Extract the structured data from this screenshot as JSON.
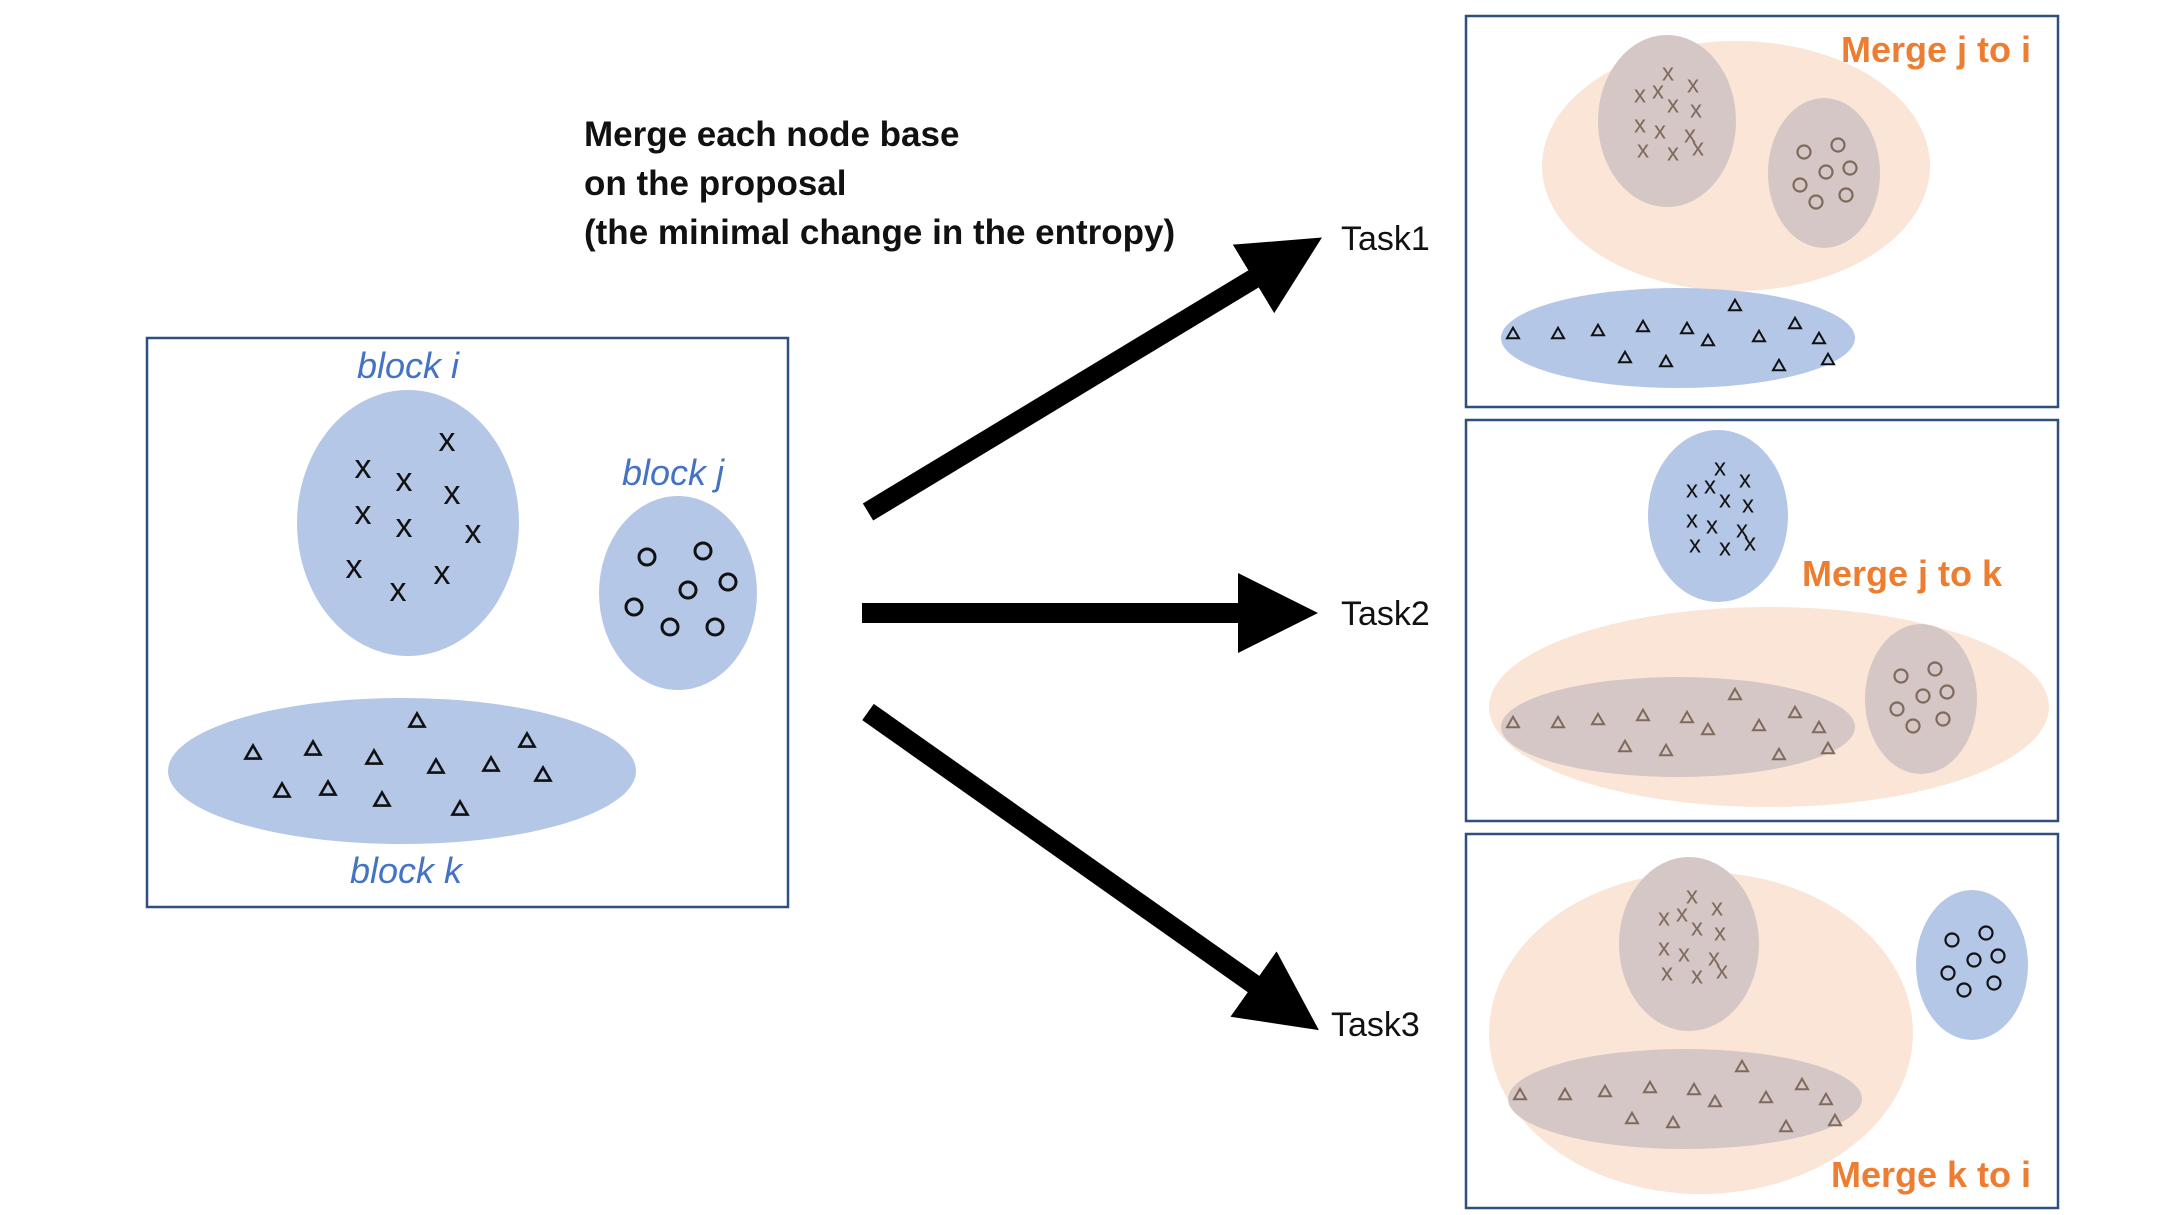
{
  "colors": {
    "blue": "#b4c7e7",
    "peach": "#fbe5d6",
    "mixed": "#d5c7c5",
    "frame": "#2f4f7f",
    "label_blue": "#4472c4",
    "label_orange": "#ed7d31",
    "brown_symbol": "#7f6a5d"
  },
  "heading": {
    "line1": "Merge each node base",
    "line2": "on the proposal",
    "line3": "(the minimal change in the entropy)"
  },
  "source": {
    "block_i_label": "block i",
    "block_j_label": "block j",
    "block_k_label": "block k",
    "symbols": {
      "block_i": "x",
      "block_j": "o",
      "block_k": "triangle"
    }
  },
  "tasks": [
    {
      "label": "Task1",
      "merge_label": "Merge j to i"
    },
    {
      "label": "Task2",
      "merge_label": "Merge j to k"
    },
    {
      "label": "Task3",
      "merge_label": "Merge k to i"
    }
  ]
}
